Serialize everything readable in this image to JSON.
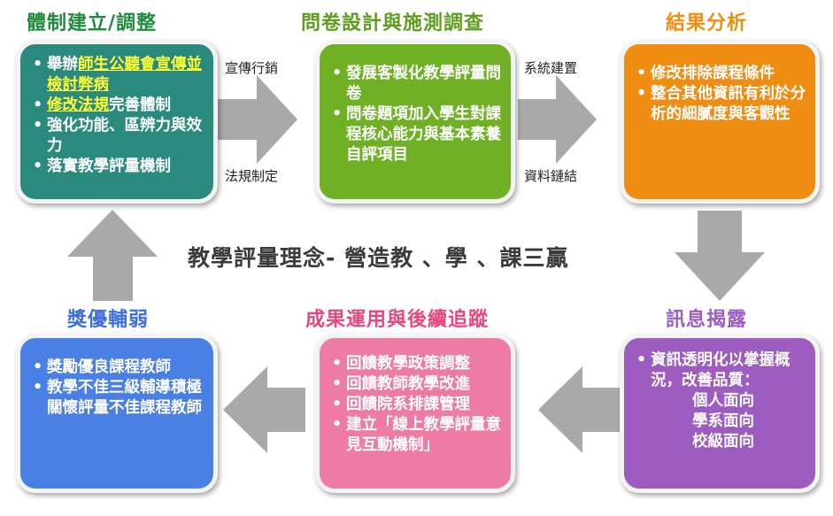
{
  "center": {
    "text": "教學評量理念- 營造教 、學 、課三贏"
  },
  "colors": {
    "teal": "#2a8a7e",
    "green": "#6fb024",
    "orange": "#ee8d12",
    "purple": "#9c5cc0",
    "pink": "#ee7ba4",
    "blue": "#4a7fe4",
    "arrow": "#a9a9a9",
    "highlight": "#ffff33"
  },
  "stages": {
    "s1": {
      "title": "體制建立/調整",
      "items": {
        "i1_hl": "舉辦",
        "i1_a": "師生公聽會宣傳並檢討弊病",
        "i2_a": "修改法規",
        "i2_b": "完善體制",
        "i3": "強化功能、區辨力與效力",
        "i4": "落實教學評量機制"
      }
    },
    "s2": {
      "title": "問卷設計與施測調查",
      "items": [
        "發展客製化教學評量問卷",
        "問卷題項加入學生對課程核心能力與基本素養自評項目"
      ]
    },
    "s3": {
      "title": "結果分析",
      "items": [
        "修改排除課程條件",
        "整合其他資訊有利於分析的細膩度與客觀性"
      ]
    },
    "s4": {
      "title": "訊息揭露",
      "items": {
        "main": "資訊透明化以掌握概況，改善品質：",
        "sub1": "個人面向",
        "sub2": "學系面向",
        "sub3": "校級面向"
      }
    },
    "s5": {
      "title": "成果運用與後續追蹤",
      "items": [
        "回饋教學政策調整",
        "回饋教師教學改進",
        "回饋院系排課管理",
        "建立「線上教學評量意見互動機制」"
      ]
    },
    "s6": {
      "title": "獎優輔弱",
      "items": [
        "獎勵優良課程教師",
        "教學不佳三級輔導積極關懷評量不佳課程教師"
      ]
    }
  },
  "edges": {
    "e12_top": "宣傳行銷",
    "e12_bottom": "法規制定",
    "e23_top": "系統建置",
    "e23_bottom": "資料鏈結"
  }
}
